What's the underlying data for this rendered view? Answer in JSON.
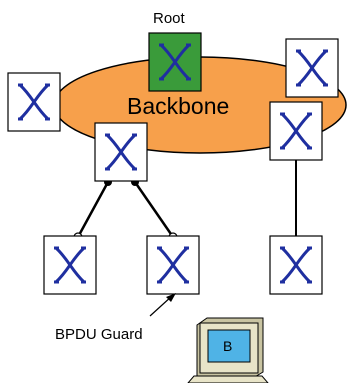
{
  "diagram": {
    "root_label": "Root",
    "backbone_label": "Backbone",
    "guard_label": "BPDU Guard",
    "host_label": "B"
  },
  "colors": {
    "backbone_fill": "#f7a04b",
    "root_fill": "#3a9b3a",
    "switch_fill": "#ffffff",
    "switch_symbol": "#1f2fa0",
    "host_screen": "#4fb3e6",
    "host_body": "#e8e4c8",
    "line": "#000000"
  },
  "icons": {
    "switch": "switch-x-icon",
    "host": "computer-icon"
  }
}
